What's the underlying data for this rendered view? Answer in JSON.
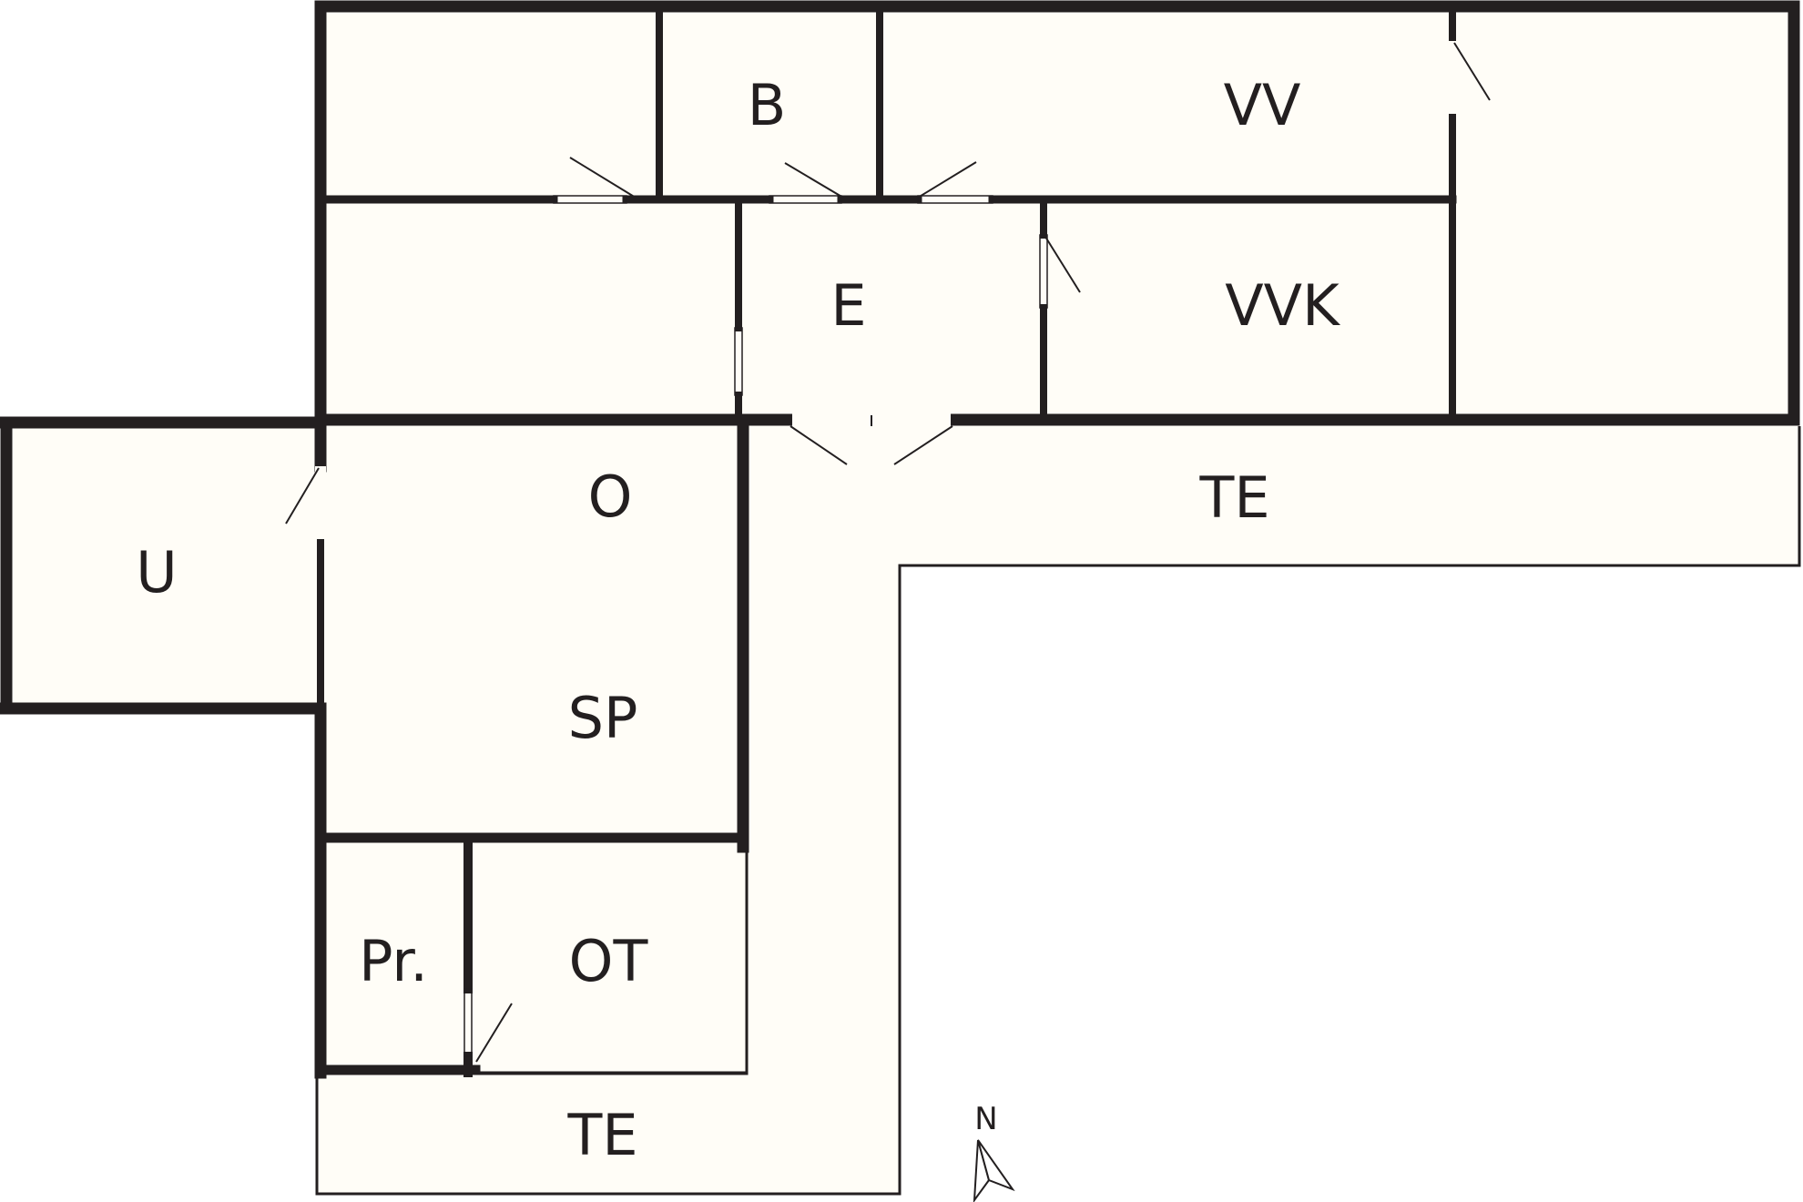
{
  "rooms": {
    "b": "B",
    "vv": "VV",
    "e": "E",
    "vvk": "VVK",
    "o": "O",
    "sp": "SP",
    "u": "U",
    "te_east": "TE",
    "pr": "Pr.",
    "ot": "OT",
    "te_south": "TE"
  },
  "compass": {
    "label": "N",
    "icon": "north-arrow-icon"
  },
  "colors": {
    "wall": "#231f20",
    "floor": "#fffdf7",
    "background": "#ffffff"
  }
}
